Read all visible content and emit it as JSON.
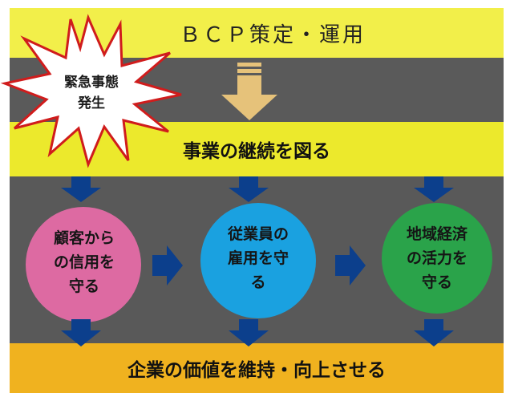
{
  "header": {
    "title": "ＢＣＰ策定・運用"
  },
  "burst": {
    "lines": [
      "緊急事態",
      "発生"
    ]
  },
  "middle": {
    "title": "事業の継続を図る"
  },
  "circles": [
    {
      "lines": [
        "顧客から",
        "の信用を",
        "守る"
      ],
      "color": "#dd6aa2"
    },
    {
      "lines": [
        "従業員の",
        "雇用を守",
        "る"
      ],
      "color": "#1aa1e0"
    },
    {
      "lines": [
        "地域経済",
        "の活力を",
        "守る"
      ],
      "color": "#2aa34a"
    }
  ],
  "footer": {
    "title": "企業の価値を維持・向上させる"
  },
  "colors": {
    "band_top": "#f2ef4a",
    "band_mid": "#ece92c",
    "band_bottom": "#f0b21f",
    "background_gray": "#5a5a5a",
    "arrow_blue": "#0c3f8c",
    "arrow_tan": "#e6c27a",
    "burst_outline": "#d01c1c"
  }
}
